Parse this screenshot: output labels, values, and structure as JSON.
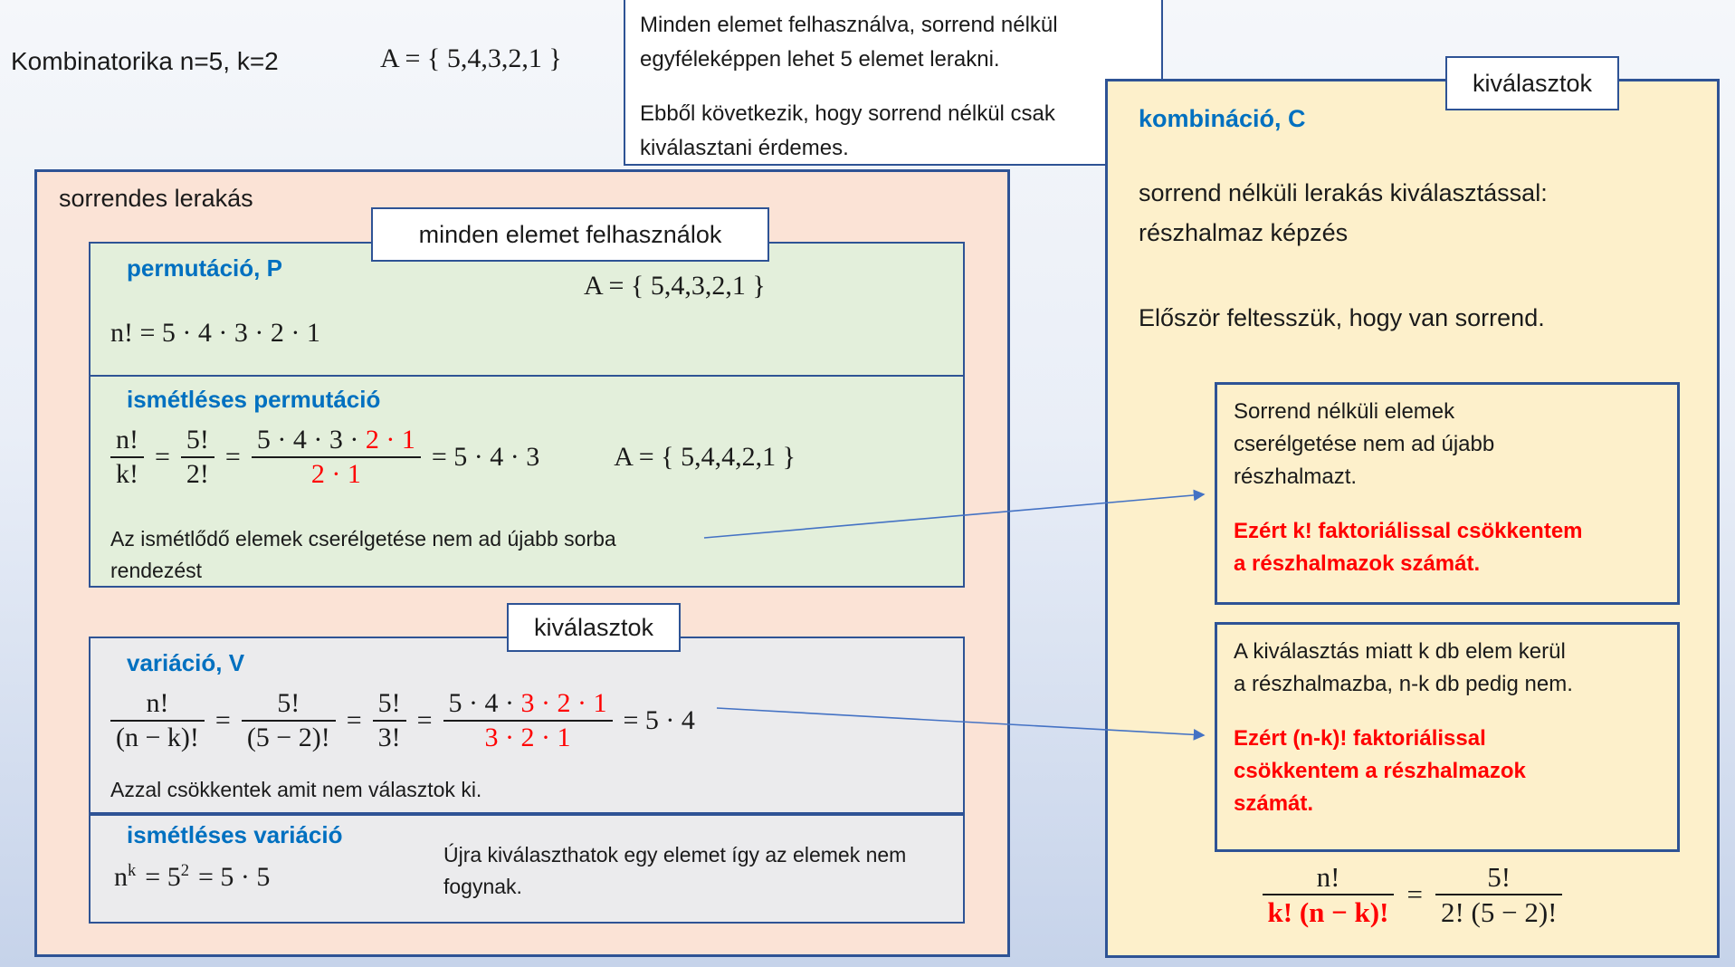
{
  "page": {
    "title": "Kombinatorika n=5, k=2",
    "set_definition": "A  =  { 5,4,3,2,1 }"
  },
  "sym": {
    "eq": "="
  },
  "info_box": {
    "para1": "Minden elemet felhasználva, sorrend nélkül\negyféleképpen lehet 5 elemet lerakni.",
    "para2": "Ebből következik, hogy sorrend nélkül csak\nkiválasztani érdemes."
  },
  "left_box": {
    "title": "sorrendes lerakás",
    "label_all_elements": "minden elemet felhasználok",
    "label_select": "kiválasztok",
    "permutation": {
      "heading": "permutáció, P",
      "formula": "n! = 5 · 4 · 3 · 2 · 1",
      "set": "A  =  { 5,4,3,2,1 }"
    },
    "rep_permutation": {
      "heading": "ismétléses permutáció",
      "f1_num": "n!",
      "f1_den": "k!",
      "f2_num": "5!",
      "f2_den": "2!",
      "f3_num_black": "5 · 4 · 3 · ",
      "f3_num_red": "2 · 1",
      "f3_den_red": "2 · 1",
      "result": "= 5 · 4 · 3",
      "set": "A  =  { 5,4,4,2,1 }",
      "note": "Az ismétlődő elemek cserélgetése nem ad újabb sorba\nrendezést"
    },
    "variation": {
      "heading": "variáció, V",
      "f1_num": "n!",
      "f1_den": "(n − k)!",
      "f2_num": "5!",
      "f2_den": "(5 − 2)!",
      "f3_num": "5!",
      "f3_den": "3!",
      "f4_num_black": "5 · 4 · ",
      "f4_num_red": "3 · 2 · 1",
      "f4_den_red": "3 · 2 · 1",
      "result": "= 5 · 4",
      "note": "Azzal csökkentek amit nem választok ki."
    },
    "rep_variation": {
      "heading": "ismétléses variáció",
      "base": "n",
      "exp": "k",
      "mid": "= 5",
      "exp2": "2",
      "tail": "= 5 · 5",
      "note": "Újra kiválaszthatok egy elemet így az elemek nem\nfogynak."
    }
  },
  "right_panel": {
    "label_select": "kiválasztok",
    "heading": "kombináció, C",
    "para1": "sorrend nélküli lerakás kiválasztással:\nrészhalmaz képzés",
    "para2": "Először feltesszük, hogy van sorrend.",
    "note_box1": {
      "black": "Sorrend nélküli elemek\ncserélgetése nem ad újabb\nrészhalmazt.",
      "red": "Ezért k! faktoriálissal csökkentem\na részhalmazok számát."
    },
    "note_box2": {
      "black": "A kiválasztás miatt k db elem kerül\na részhalmazba, n-k db pedig nem.",
      "red": "Ezért (n-k)! faktoriálissal\ncsökkentem a részhalmazok\nszámát."
    },
    "formula": {
      "f1_num": "n!",
      "f1_den_red": "k! (n − k)!",
      "f2_num": "5!",
      "f2_den": "2! (5 − 2)!"
    }
  },
  "colors": {
    "border_navy": "#2e5395",
    "heading_blue": "#0070c0",
    "red_accent": "#ff0000",
    "arrow_blue": "#4472c4",
    "left_box_fill": "#fbe3d6",
    "green_fill": "#e3efdb",
    "grey_fill": "#ebebed",
    "cream_fill": "#fdf0cb"
  }
}
